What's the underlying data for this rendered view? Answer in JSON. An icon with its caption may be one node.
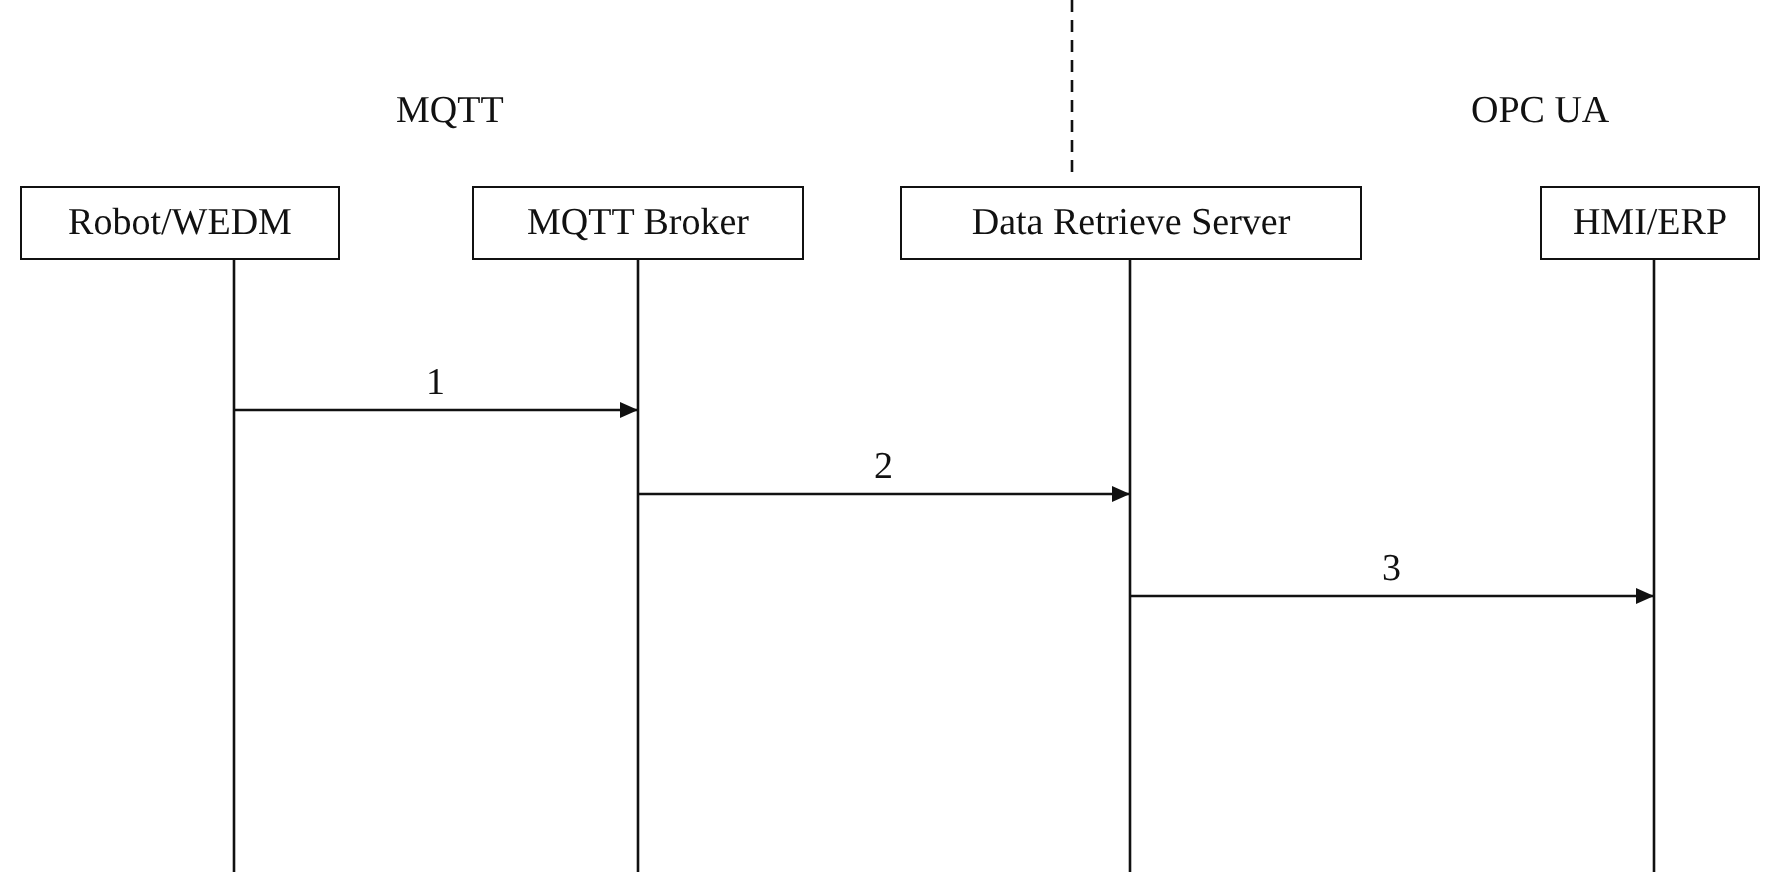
{
  "diagram": {
    "nodes": [
      {
        "text": [
          "Robot/WEDM"
        ]
      },
      {
        "text": [
          "MQTT Broker"
        ]
      },
      {
        "text": [
          "Data Retrieve Server"
        ]
      },
      {
        "text": [
          "HMI/ERP"
        ]
      }
    ],
    "edges": [
      {
        "from": 0,
        "to": 1,
        "arrow": "to",
        "label": "1"
      },
      {
        "from": 1,
        "to": 2,
        "arrow": "to",
        "label": "2"
      },
      {
        "from": 2,
        "to": 3,
        "arrow": "to",
        "label": "3"
      }
    ],
    "labels": [
      "MQTT",
      "OPC UA"
    ]
  }
}
